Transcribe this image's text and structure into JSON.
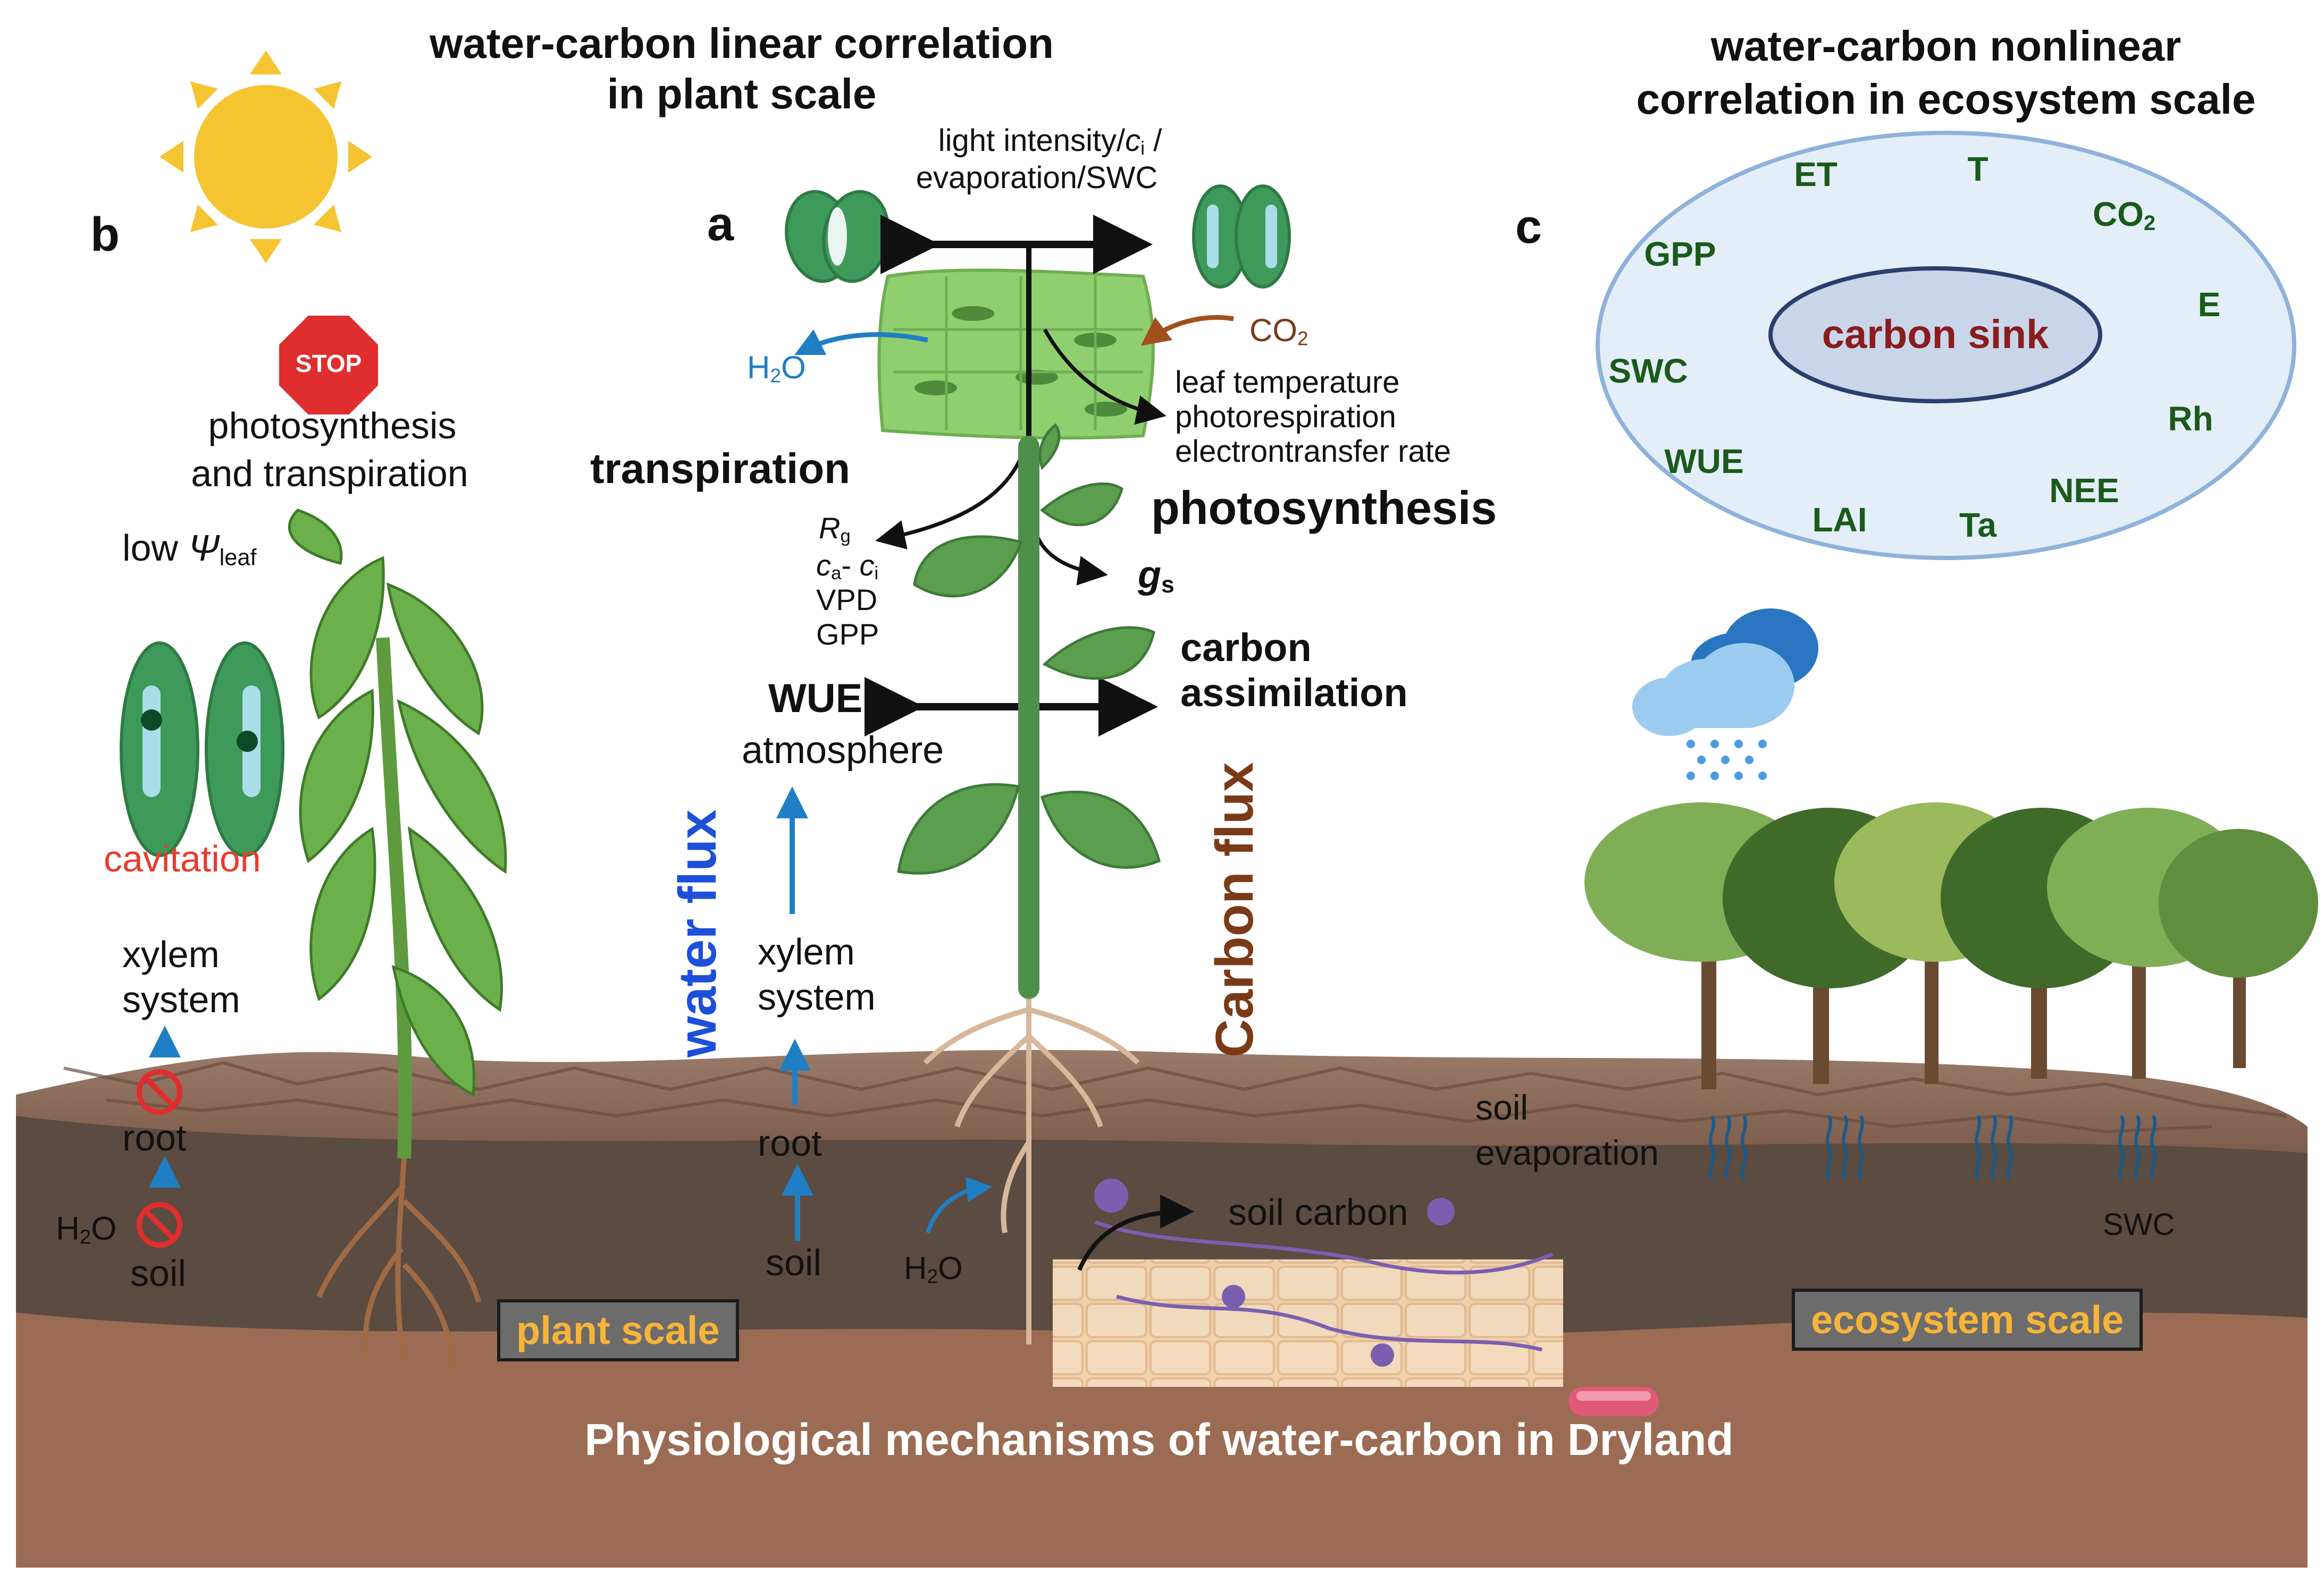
{
  "title_center": [
    "water-carbon linear correlation",
    "in plant scale"
  ],
  "title_right": [
    "water-carbon nonlinear",
    "correlation in ecosystem scale"
  ],
  "panel_labels": {
    "a": "a",
    "b": "b",
    "c": "c"
  },
  "panel_b": {
    "stop_sign": "STOP",
    "stop_text": [
      "photosynthesis",
      "and transpiration"
    ],
    "low_psi": "low",
    "psi_symbol": "Ψ",
    "psi_sub": "leaf",
    "cavitation": "cavitation",
    "xylem": [
      "xylem",
      "system"
    ],
    "root": "root",
    "h2o": "H",
    "h2o_sub": "2",
    "h2o_end": "O",
    "soil": "soil",
    "scale_label": "plant scale"
  },
  "panel_a": {
    "top_factors": [
      "light intensity/",
      "c",
      "i",
      " /",
      "evaporation/SWC"
    ],
    "h2o": [
      "H",
      "2",
      "O"
    ],
    "co2": [
      "CO",
      "2"
    ],
    "leaf_factors": [
      "leaf temperature",
      "photorespiration",
      "electrontransfer rate"
    ],
    "transpiration": "transpiration",
    "photosynthesis": "photosynthesis",
    "rg": [
      "R",
      "g"
    ],
    "ca_ci": [
      "c",
      "a",
      "- ",
      "c",
      "i"
    ],
    "vpd": "VPD",
    "gpp": "GPP",
    "gs": [
      "g",
      "s"
    ],
    "carbon_assimilation": [
      "carbon",
      "assimilation"
    ],
    "wue": "WUE",
    "atmosphere": "atmosphere",
    "water_flux": "water flux",
    "carbon_flux": "Carbon flux",
    "xylem": [
      "xylem",
      "system"
    ],
    "root": "root",
    "soil": "soil",
    "h2o_root": [
      "H",
      "2",
      "O"
    ],
    "soil_carbon": "soil carbon"
  },
  "panel_c": {
    "carbon_sink": "carbon sink",
    "variables": [
      "ET",
      "T",
      "CO2",
      "GPP",
      "E",
      "SWC",
      "Rh",
      "WUE",
      "NEE",
      "LAI",
      "Ta"
    ],
    "co2_label": [
      "CO",
      "2"
    ],
    "soil_evaporation": [
      "soil",
      "evaporation"
    ],
    "swc": "SWC",
    "scale_label": "ecosystem scale"
  },
  "bottom_title": "Physiological mechanisms of water-carbon in Dryland",
  "colors": {
    "sun": "#f5c431",
    "soil_top": "#8a6a58",
    "soil_dark": "#5a4a40",
    "soil_bottom": "#9a6a52",
    "leaf_green": "#5fa846",
    "ellipse_fill": "#e4eef9",
    "ellipse_stroke": "#8fb2db",
    "water_blue": "#1f7fc4",
    "carbon_brown": "#7a3a18",
    "title_blue": "#1e4fd8",
    "carbon_sink_red": "#8b1c1c",
    "cavitation_red": "#e83b2c",
    "scale_orange": "#f7b43a"
  }
}
